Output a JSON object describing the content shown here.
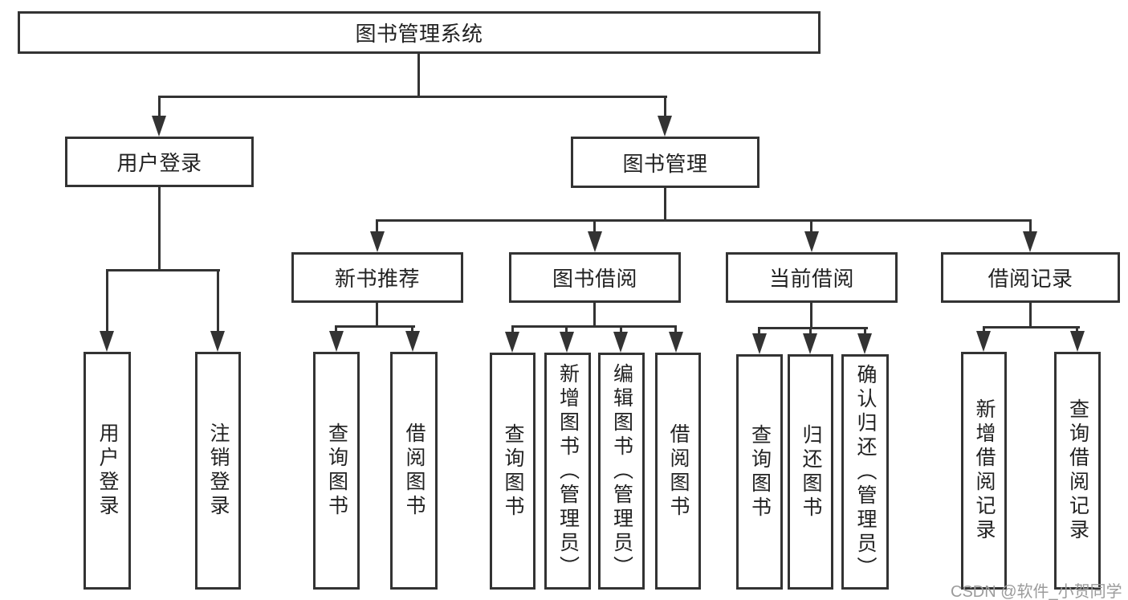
{
  "tree": {
    "label": "图书管理系统",
    "children": [
      {
        "label": "用户登录",
        "children": [
          {
            "label": "用户登录"
          },
          {
            "label": "注销登录"
          }
        ]
      },
      {
        "label": "图书管理",
        "children": [
          {
            "label": "新书推荐",
            "children": [
              {
                "label": "查询图书"
              },
              {
                "label": "借阅图书"
              }
            ]
          },
          {
            "label": "图书借阅",
            "children": [
              {
                "label": "查询图书"
              },
              {
                "label": "新增图书（管理员）"
              },
              {
                "label": "编辑图书（管理员）"
              },
              {
                "label": "借阅图书"
              }
            ]
          },
          {
            "label": "当前借阅",
            "children": [
              {
                "label": "查询图书"
              },
              {
                "label": "归还图书"
              },
              {
                "label": "确认归还（管理员）"
              }
            ]
          },
          {
            "label": "借阅记录",
            "children": [
              {
                "label": "新增借阅记录"
              },
              {
                "label": "查询借阅记录"
              }
            ]
          }
        ]
      }
    ]
  },
  "watermark": "CSDN @软件_小贺同学",
  "colors": {
    "line": "#333333",
    "text": "#222222",
    "watermark": "#9b9b9b"
  }
}
